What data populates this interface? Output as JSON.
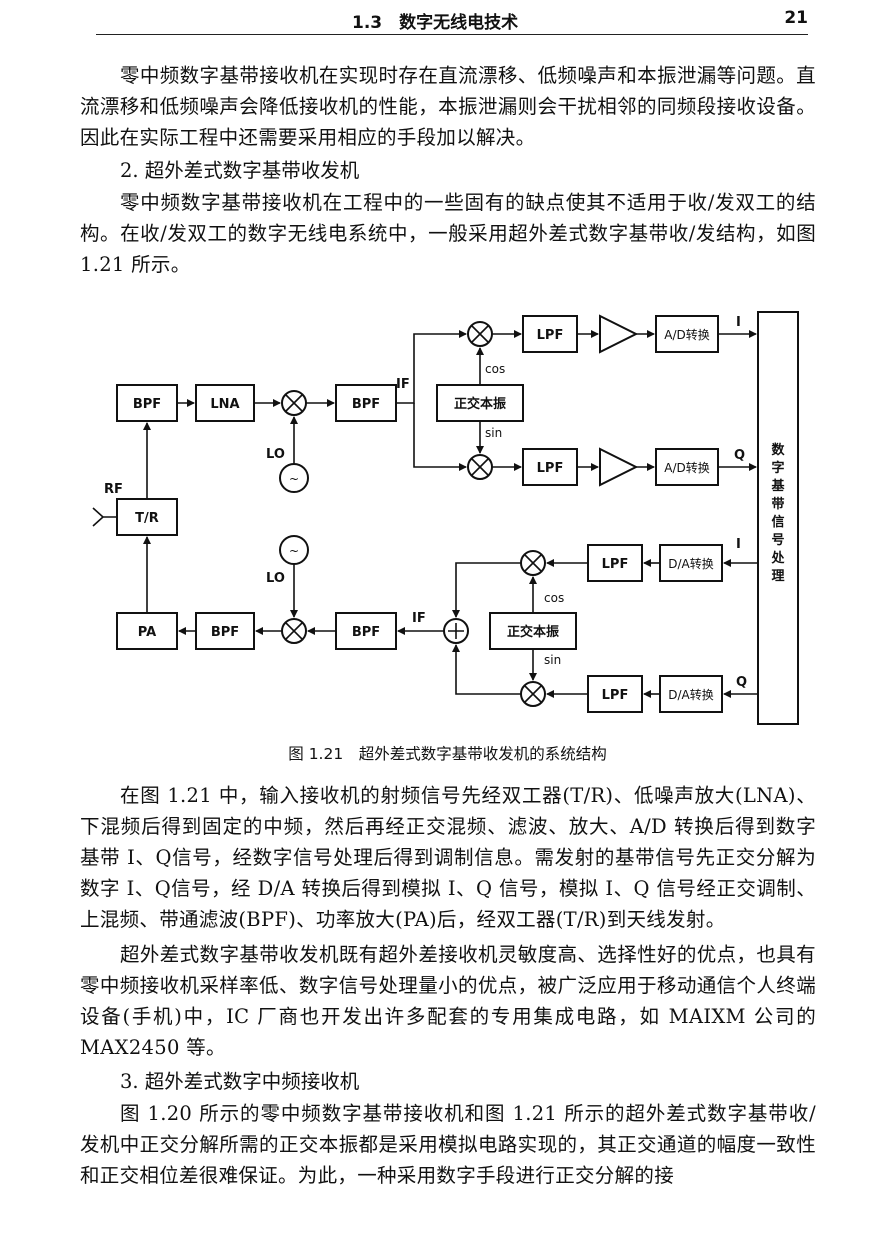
{
  "header": {
    "section": "1.3　数字无线电技术",
    "page": "21"
  },
  "paragraphs": {
    "p1": "零中频数字基带接收机在实现时存在直流漂移、低频噪声和本振泄漏等问题。直流漂移和低频噪声会降低接收机的性能，本振泄漏则会干扰相邻的同频段接收设备。因此在实际工程中还需要采用相应的手段加以解决。",
    "h2": "2. 超外差式数字基带收发机",
    "p2": "零中频数字基带接收机在工程中的一些固有的缺点使其不适用于收/发双工的结构。在收/发双工的数字无线电系统中，一般采用超外差式数字基带收/发结构，如图 1.21 所示。",
    "p3": "在图 1.21 中，输入接收机的射频信号先经双工器(T/R)、低噪声放大(LNA)、下混频后得到固定的中频，然后再经正交混频、滤波、放大、A/D 转换后得到数字基带 I、Q信号，经数字信号处理后得到调制信息。需发射的基带信号先正交分解为数字 I、Q信号，经 D/A 转换后得到模拟 I、Q 信号，模拟 I、Q 信号经正交调制、上混频、带通滤波(BPF)、功率放大(PA)后，经双工器(T/R)到天线发射。",
    "p4": "超外差式数字基带收发机既有超外差接收机灵敏度高、选择性好的优点，也具有零中频接收机采样率低、数字信号处理量小的优点，被广泛应用于移动通信个人终端设备(手机)中，IC 厂商也开发出许多配套的专用集成电路，如 MAIXM 公司的 MAX2450 等。",
    "h3": "3. 超外差式数字中频接收机",
    "p5": "图 1.20 所示的零中频数字基带接收机和图 1.21 所示的超外差式数字基带收/发机中正交分解所需的正交本振都是采用模拟电路实现的，其正交通道的幅度一致性和正交相位差很难保证。为此，一种采用数字手段进行正交分解的接"
  },
  "figure": {
    "caption": "图 1.21　超外差式数字基带收发机的系统结构",
    "labels": {
      "bpf": "BPF",
      "lna": "LNA",
      "lpf": "LPF",
      "pa": "PA",
      "tr": "T/R",
      "lo": "LO",
      "rf": "RF",
      "if": "IF",
      "cos": "cos",
      "sin": "sin",
      "quad_osc": "正交本振",
      "adc": "A/D转换",
      "dac": "D/A转换",
      "i": "I",
      "q": "Q",
      "dsp": [
        "数",
        "字",
        "基",
        "带",
        "信",
        "号",
        "处",
        "理"
      ]
    }
  }
}
